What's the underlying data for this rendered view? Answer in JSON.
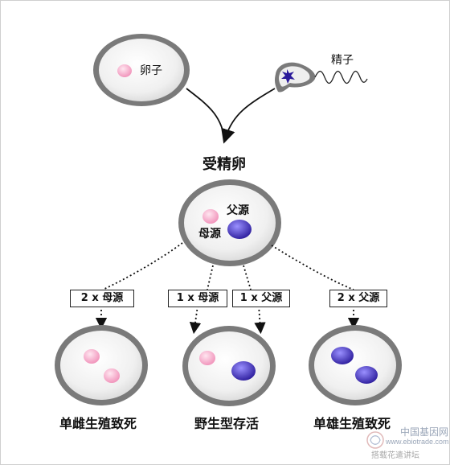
{
  "labels": {
    "egg": "卵子",
    "sperm": "精子",
    "zygote": "受精卵",
    "paternal": "父源",
    "maternal": "母源"
  },
  "boxes": {
    "two_maternal": "2 x 母源",
    "one_maternal": "1 x 母源",
    "one_paternal": "1 x 父源",
    "two_paternal": "2 x 父源"
  },
  "outcomes": {
    "gynogenetic": "单雌生殖致死",
    "wild_type": "野生型存活",
    "androgenetic": "单雄生殖致死"
  },
  "watermark": {
    "title": "中国基因网",
    "url": "www.ebiotrade.com",
    "sub": "搭载花遣讲坛"
  },
  "colors": {
    "maternal_pronucleus": "#f4aac8",
    "paternal_pronucleus": "#3d2fa8",
    "cell_membrane": "#6f6f6f",
    "cytoplasm": "#ececec"
  }
}
